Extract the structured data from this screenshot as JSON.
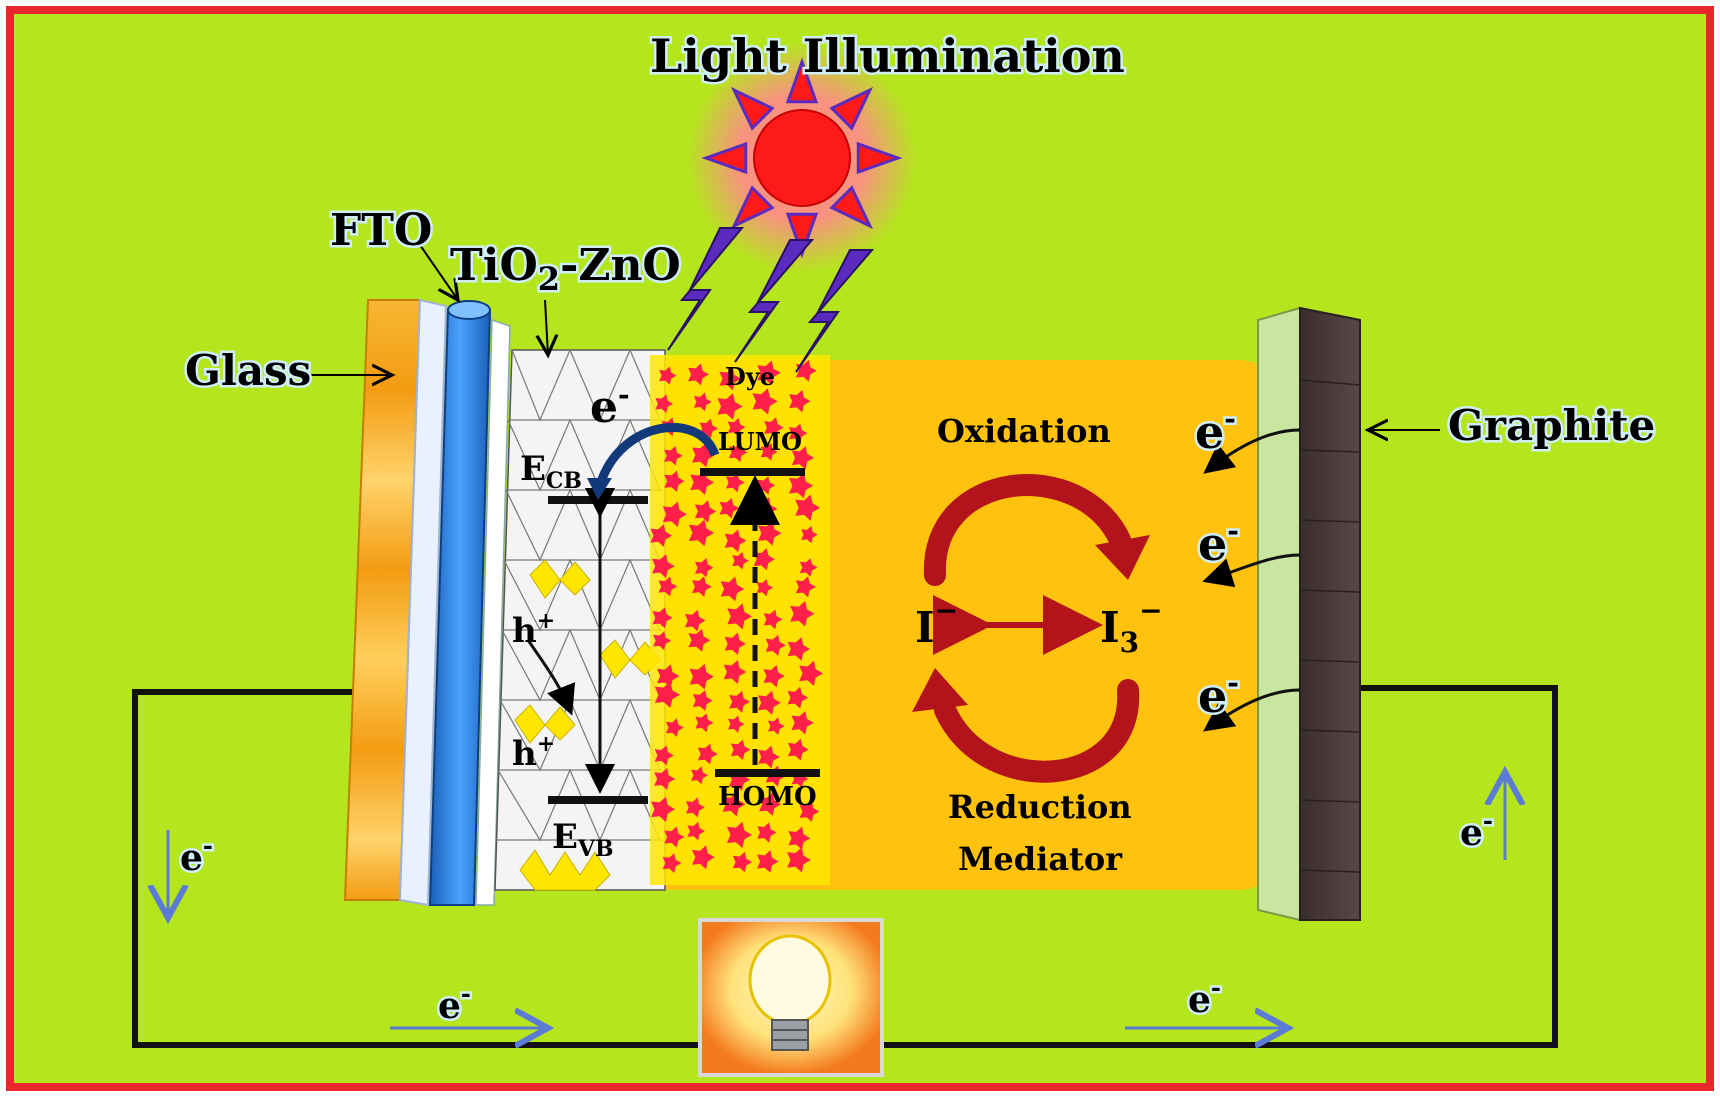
{
  "labels": {
    "light_illumination": "Light Illumination",
    "fto": "FTO",
    "tio2_zno_prefix": "TiO",
    "tio2_zno_sub": "2",
    "tio2_zno_suffix": "-ZnO",
    "glass": "Glass",
    "graphite": "Graphite",
    "dye": "Dye",
    "lumo": "LUMO",
    "homo": "HOMO",
    "ecb_main": "E",
    "ecb_sub": "CB",
    "evb_main": "E",
    "evb_sub": "VB",
    "h_plus": "h",
    "plus": "+",
    "oxidation": "Oxidation",
    "reduction": "Reduction",
    "mediator": "Mediator",
    "iodide": "I",
    "triiodide": "I",
    "triiodide_sub": "3",
    "minus": "−",
    "electron": "e",
    "electron_sup": "-"
  },
  "colors": {
    "background": "#b5e61d",
    "border": "#e8262c",
    "electrolyte": "#ffc20e",
    "sun": "#ff1a1a",
    "lightning": "#5b2bbf",
    "redox_arrow": "#b3131b",
    "graphite": "#4a3b3b",
    "glass": "#f5a623",
    "fto": "#2f7fd6",
    "dye_particle": "#ff1f4b",
    "lamp_box": "#f47a1f"
  },
  "icons": {
    "sun": "sun-icon",
    "lightning": "lightning-bolt-icon",
    "bulb": "light-bulb-icon"
  }
}
